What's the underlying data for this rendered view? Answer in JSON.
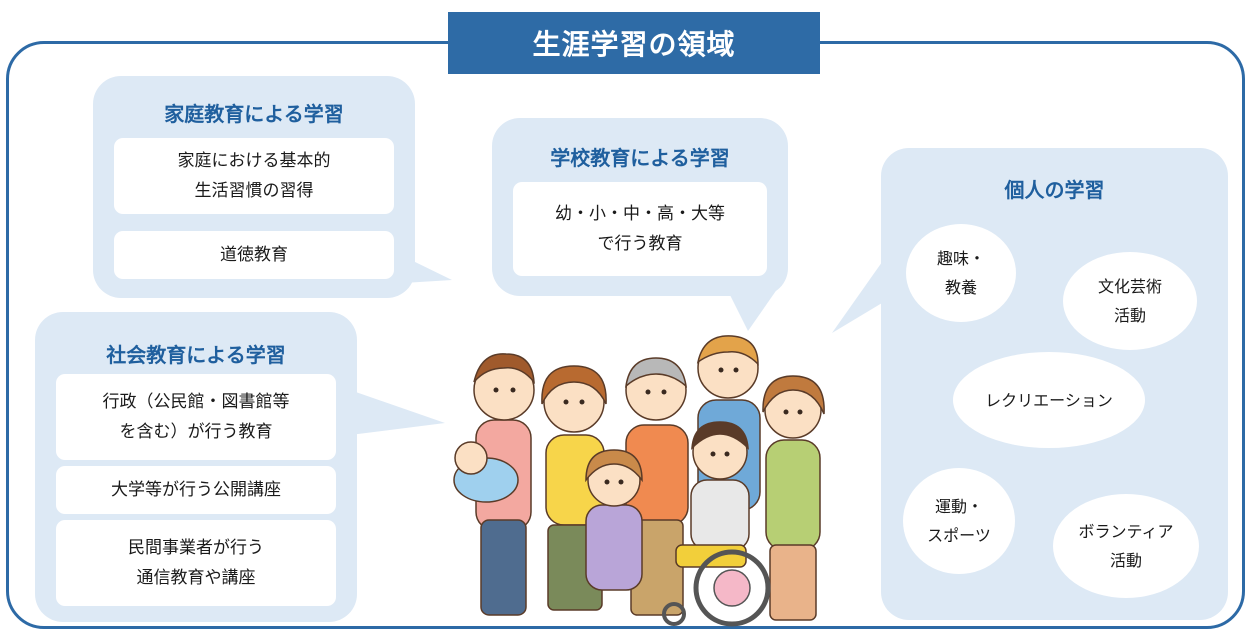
{
  "title": "生涯学習の領域",
  "family_panel": {
    "title": "家庭教育による学習",
    "items": [
      {
        "lines": [
          "家庭における基本的",
          "生活習慣の習得"
        ]
      },
      {
        "lines": [
          "道徳教育"
        ]
      }
    ]
  },
  "school_panel": {
    "title": "学校教育による学習",
    "items": [
      {
        "lines": [
          "幼・小・中・高・大等",
          "で行う教育"
        ]
      }
    ]
  },
  "social_panel": {
    "title": "社会教育による学習",
    "items": [
      {
        "lines": [
          "行政（公民館・図書館等",
          "を含む）が行う教育"
        ]
      },
      {
        "lines": [
          "大学等が行う公開講座"
        ]
      },
      {
        "lines": [
          "民間事業者が行う",
          "通信教育や講座"
        ]
      }
    ]
  },
  "personal_panel": {
    "title": "個人の学習",
    "items": [
      {
        "lines": [
          "趣味・",
          "教養"
        ]
      },
      {
        "lines": [
          "文化芸術",
          "活動"
        ]
      },
      {
        "lines": [
          "レクリエーション"
        ]
      },
      {
        "lines": [
          "運動・",
          "スポーツ"
        ]
      },
      {
        "lines": [
          "ボランティア",
          "活動"
        ]
      }
    ]
  },
  "colors": {
    "frame": "#2d6aa6",
    "title_bg": "#2e6ba6",
    "panel_bg": "#dde9f5",
    "panel_title": "#1f5f9e"
  },
  "illustration": "family-illustration"
}
